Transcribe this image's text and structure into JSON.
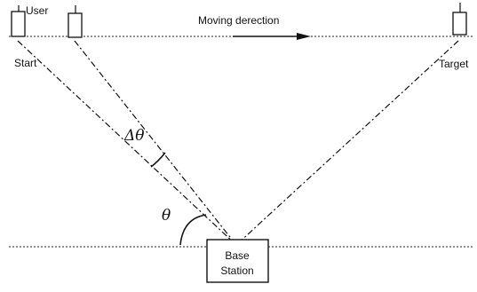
{
  "labels": {
    "user": "User",
    "start": "Start",
    "moving_direction": "Moving derection",
    "target": "Target",
    "delta_theta": "Δθ",
    "theta": "θ",
    "base_station_line1": "Base",
    "base_station_line2": "Station"
  }
}
